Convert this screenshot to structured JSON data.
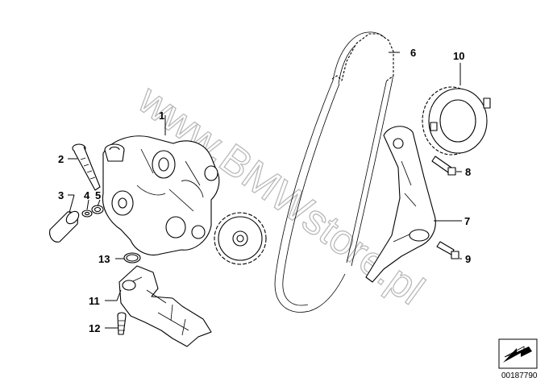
{
  "watermark": "www.BMWstore.pl",
  "diagram_number": "00187790",
  "callouts": {
    "c1": "1",
    "c2": "2",
    "c3": "3",
    "c4": "4",
    "c5": "5",
    "c6": "6",
    "c7": "7",
    "c8": "8",
    "c9": "9",
    "c10": "10",
    "c11": "11",
    "c12": "12",
    "c13": "13"
  },
  "icons": {
    "corner": "arrow-corner-icon"
  }
}
